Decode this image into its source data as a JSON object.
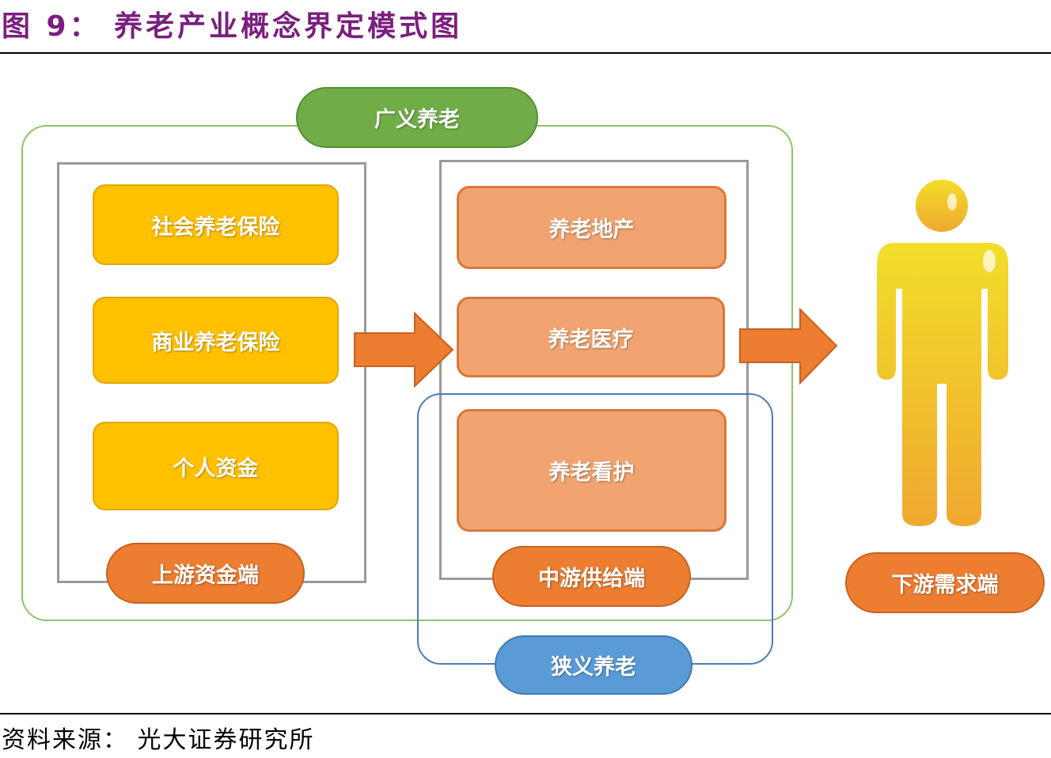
{
  "title": "图 9： 养老产业概念界定模式图",
  "broad": "广义养老",
  "narrow": "狭义养老",
  "upstream": {
    "label": "上游资金端",
    "items": [
      "社会养老保险",
      "商业养老保险",
      "个人资金"
    ]
  },
  "midstream": {
    "label": "中游供给端",
    "items": [
      "养老地产",
      "养老医疗",
      "养老看护"
    ]
  },
  "downstream": {
    "label": "下游需求端"
  },
  "source": "资料来源： 光大证券研究所",
  "colors": {
    "title": "#7a1f7e",
    "yellow": "#ffc000",
    "salmon": "#f1a46f",
    "orange": "#ed7d31",
    "green": "#70ad47",
    "blue": "#5b9bd5"
  }
}
